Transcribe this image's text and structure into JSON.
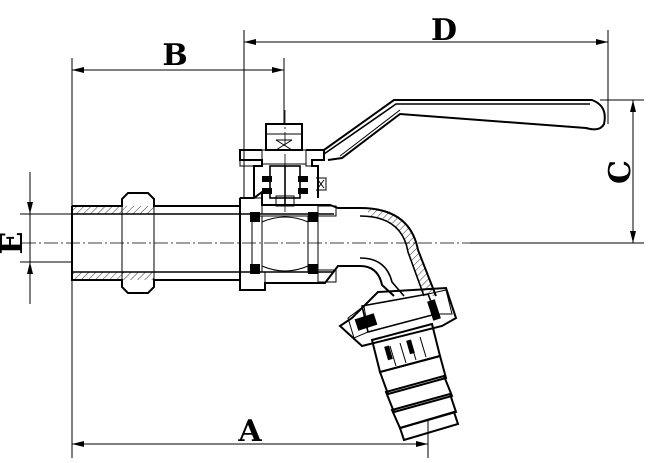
{
  "dimensions": {
    "A": "A",
    "B": "B",
    "C": "C",
    "D": "D",
    "E": "E"
  }
}
